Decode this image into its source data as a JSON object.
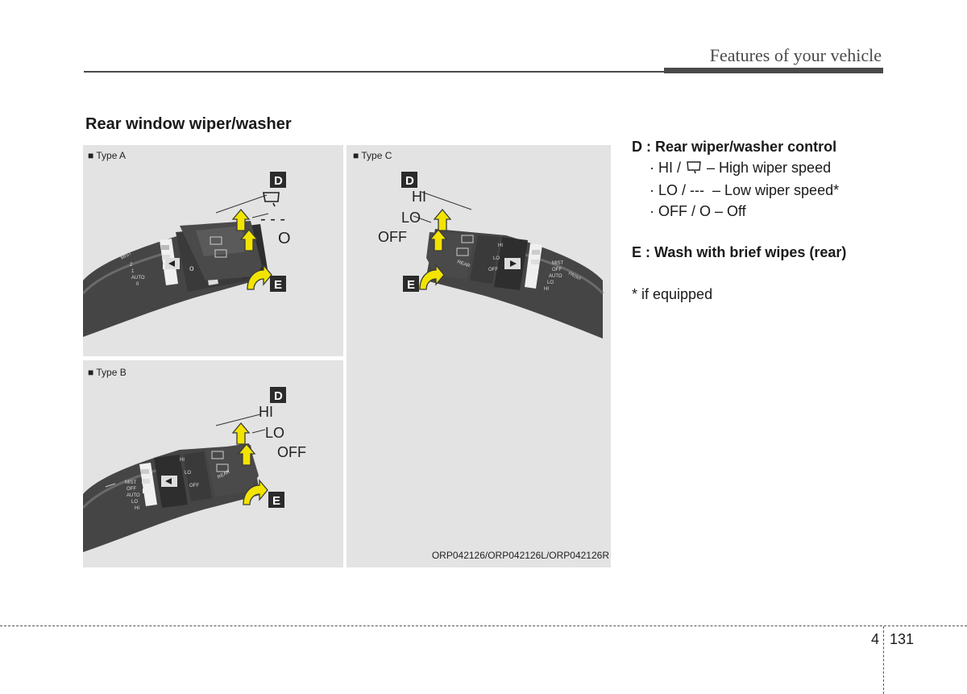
{
  "header": {
    "title": "Features of your vehicle"
  },
  "section": {
    "title": "Rear window wiper/washer"
  },
  "figure": {
    "type_a": {
      "label": "■ Type A",
      "badge_d": "D",
      "badge_e": "E",
      "pos_dash": "- - -",
      "pos_off": "O"
    },
    "type_b": {
      "label": "■ Type B",
      "badge_d": "D",
      "badge_e": "E",
      "pos_hi": "HI",
      "pos_lo": "LO",
      "pos_off": "OFF"
    },
    "type_c": {
      "label": "■ Type C",
      "badge_d": "D",
      "badge_e": "E",
      "pos_hi": "HI",
      "pos_lo": "LO",
      "pos_off": "OFF"
    },
    "stalk_marks": {
      "a": [
        "MIST",
        "2",
        "1",
        "AUTO",
        "0"
      ],
      "b": [
        "MIST",
        "OFF",
        "AUTO",
        "LO",
        "HI"
      ],
      "b_inner": [
        "HI",
        "LO",
        "OFF"
      ],
      "b_rear": "REAR",
      "c": [
        "MIST",
        "OFF",
        "AUTO",
        "LO",
        "HI"
      ],
      "c_inner": [
        "HI",
        "LO",
        "OFF"
      ],
      "c_rear": "REAR",
      "front": "FRONT"
    },
    "code": "ORP042126/ORP042126L/ORP042126R"
  },
  "text": {
    "d_heading": "D : Rear wiper/washer control",
    "d_hi_pre": "· HI /",
    "d_hi_post": "– High wiper speed",
    "d_lo": "· LO / ---  – Low wiper speed*",
    "d_off": "· OFF / O – Off",
    "e_heading": "E : Wash with brief wipes (rear)",
    "footnote": "* if equipped"
  },
  "footer": {
    "chapter": "4",
    "page": "131"
  },
  "colors": {
    "panel": "#e3e3e3",
    "stalk": "#454545",
    "arrow_fill": "#f2e400",
    "arrow_stroke": "#3a3a3a",
    "badge": "#2b2b2b"
  }
}
